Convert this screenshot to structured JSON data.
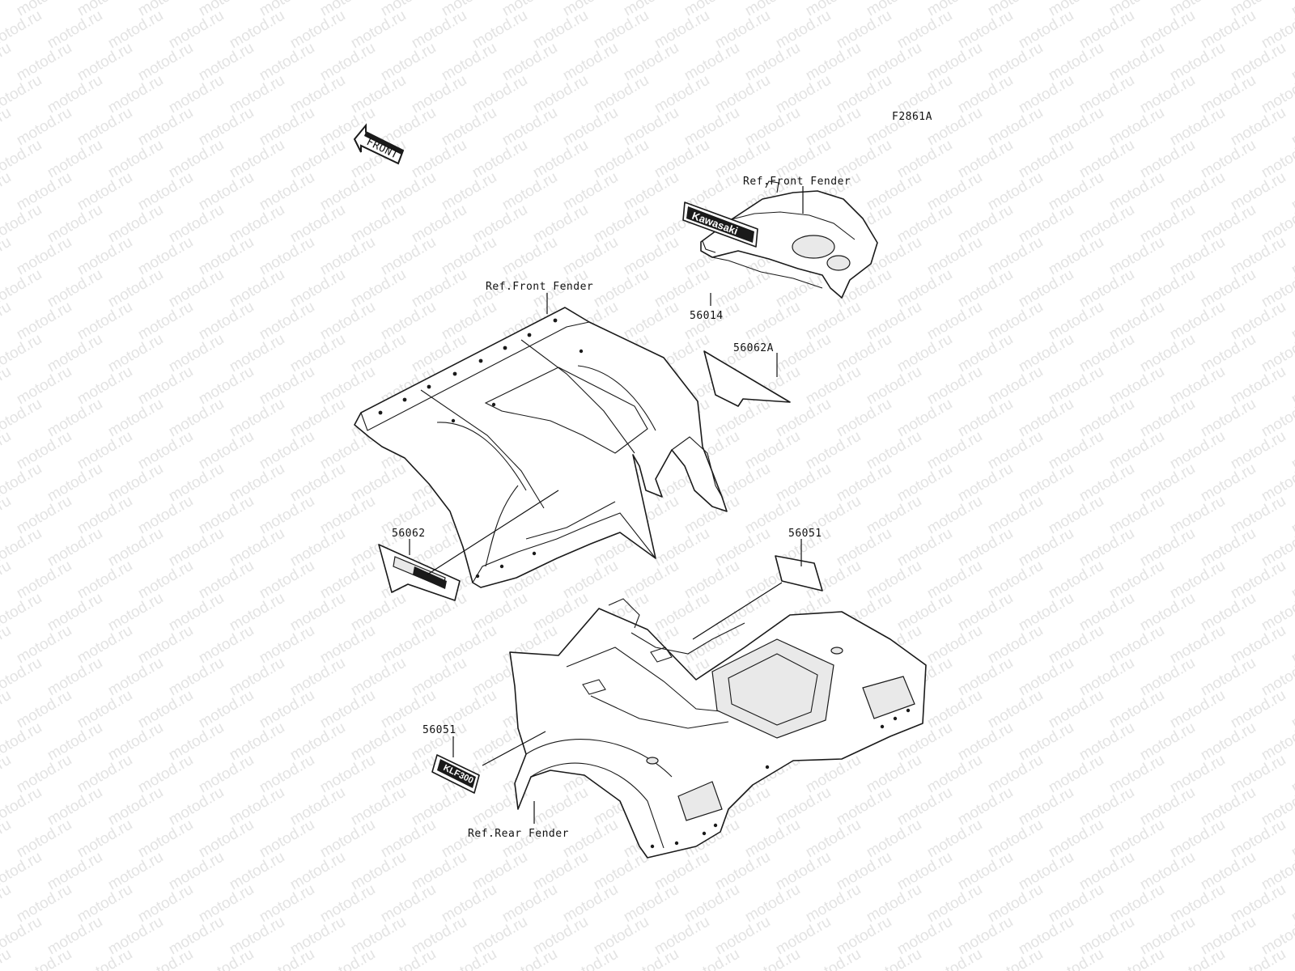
{
  "figure_code": "F2861A",
  "front_arrow_label": "FRONT",
  "watermark": "motod.ru",
  "decal_texts": {
    "kawasaki": "Kawasaki",
    "model": "KLF300"
  },
  "labels": {
    "ref_front_fender_upper": "Ref.Front Fender",
    "ref_front_fender_main": "Ref.Front Fender",
    "ref_rear_fender": "Ref.Rear Fender",
    "part_56014": "56014",
    "part_56062A": "56062A",
    "part_56062": "56062",
    "part_56051_right": "56051",
    "part_56051_left": "56051"
  }
}
